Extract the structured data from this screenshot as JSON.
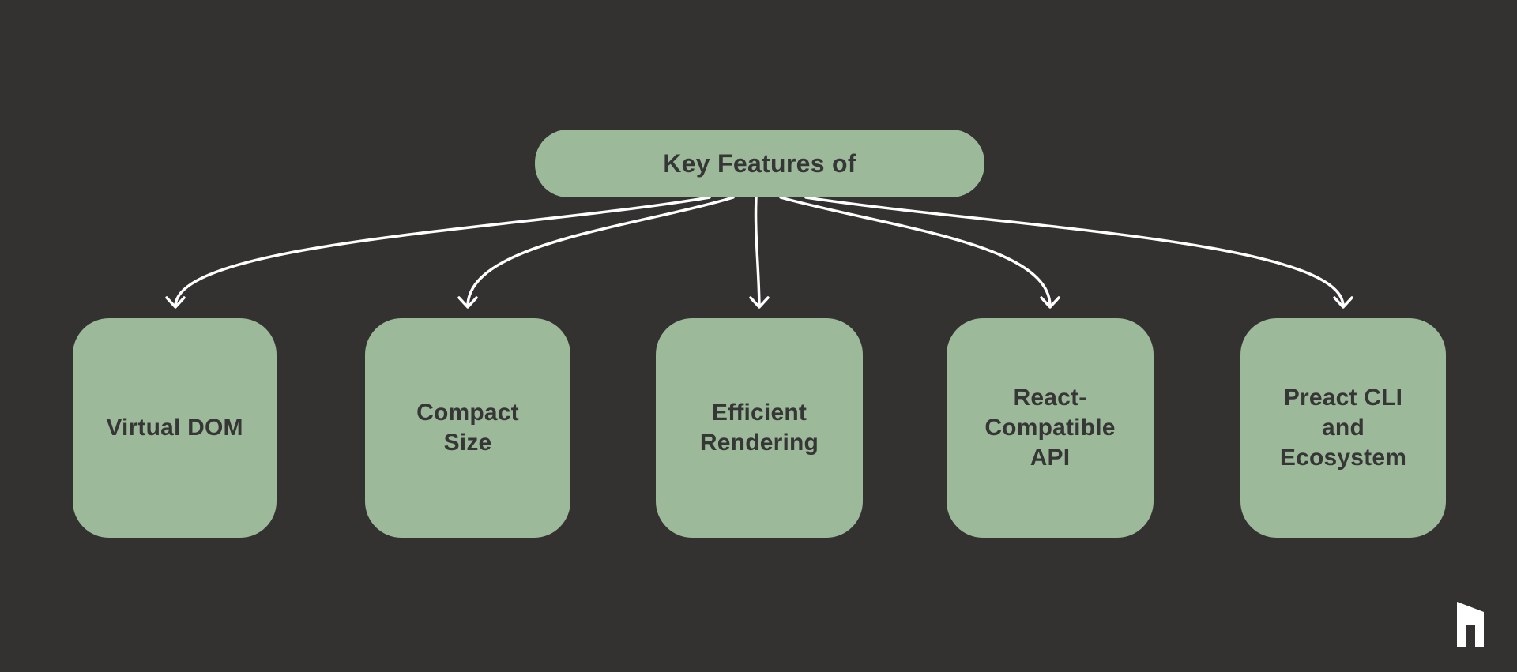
{
  "colors": {
    "background": "#343231",
    "node_fill": "#9cba99",
    "node_text": "#363636",
    "arrow": "#ffffff",
    "logo": "#ffffff"
  },
  "diagram": {
    "type": "fan-mindmap",
    "root": {
      "id": "key-features",
      "label": "Key Features of"
    },
    "features": [
      {
        "id": "virtual-dom",
        "label": "Virtual DOM"
      },
      {
        "id": "compact-size",
        "label": "Compact Size"
      },
      {
        "id": "efficient-rendering",
        "label": "Efficient Rendering"
      },
      {
        "id": "react-compatible-api",
        "label": "React-Compatible API"
      },
      {
        "id": "preact-cli-ecosystem",
        "label": "Preact CLI and Ecosystem"
      }
    ],
    "connections": [
      {
        "from": "key-features",
        "to": "virtual-dom"
      },
      {
        "from": "key-features",
        "to": "compact-size"
      },
      {
        "from": "key-features",
        "to": "efficient-rendering"
      },
      {
        "from": "key-features",
        "to": "react-compatible-api"
      },
      {
        "from": "key-features",
        "to": "preact-cli-ecosystem"
      }
    ]
  },
  "footer": {
    "logo_icon": "napkin-logo-icon"
  }
}
